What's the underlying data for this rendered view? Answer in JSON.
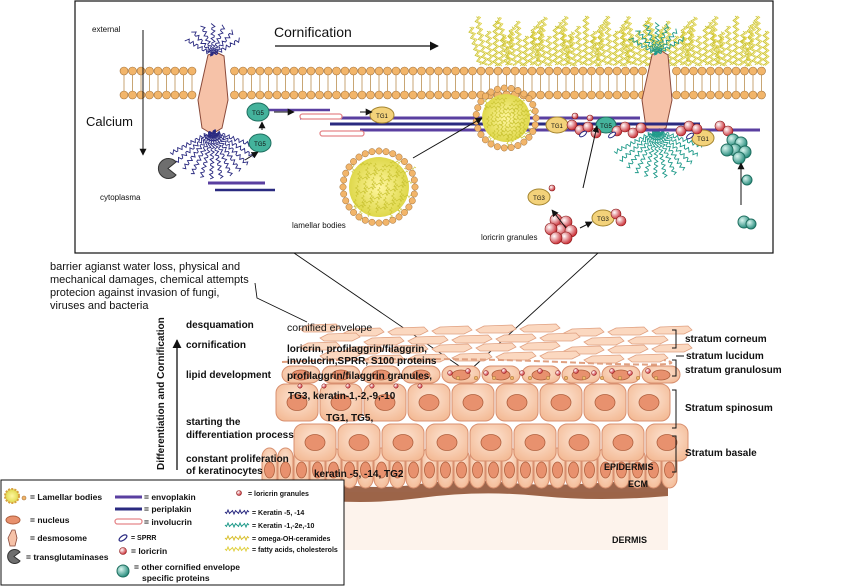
{
  "top_panel": {
    "external": "external",
    "cornification": "Cornification",
    "calcium": "Calcium",
    "cytoplasma": "cytoplasma",
    "lamellar_bodies": "lamellar bodies",
    "loricrin_granules": "loricrin granules",
    "tg5": "TG5",
    "tg1": "TG1",
    "tg3": "TG3"
  },
  "barrier_note": [
    "barrier agianst water loss, physical and",
    "mechanical damages, chemical attempts",
    "protecion against invasion of fungi,",
    "viruses and bacteria"
  ],
  "process": {
    "axis_label": "Differentiation and Cornification",
    "stages": [
      "desquamation",
      "cornification",
      "lipid development",
      "starting the",
      "differentiation process",
      "constant proliferation",
      "of keratinocytes"
    ]
  },
  "tissue_labels": {
    "cornified_envelope": "cornified envelope",
    "cornification_proteins_1": "loricrin, profilaggrin/filaggrin,",
    "cornification_proteins_2": "involucrin,SPRR, S100 proteins",
    "granules": "profilaggrin/filaggrin granules,",
    "tg3_keratin": "TG3, keratin-1,-2,-9,-10",
    "tg1_tg5": "TG1, TG5,",
    "basal": "keratin -5, -14, TG2",
    "epidermis": "EPIDERMIS",
    "ecm": "ECM",
    "dermis": "DERMIS"
  },
  "strata": [
    "stratum corneum",
    "stratum lucidum",
    "stratum granulosum",
    "Stratum spinosum",
    "Stratum basale"
  ],
  "legend": {
    "lamellar_bodies": "= Lamellar bodies",
    "nucleus": "= nucleus",
    "desmosome": "= desmosome",
    "transglutaminases": "= transglutaminases",
    "envoplakin": "= envoplakin",
    "periplakin": "= periplakin",
    "involucrin": "= involucrin",
    "sprr": "= SPRR",
    "loricrin": "= loricrin",
    "loricrin_granules": "= loricrin granules",
    "keratin_5_14": "= Keratin -5, -14",
    "keratin_1_2e_10": "= Keratin -1,-2e,-10",
    "omega_ceramides": "= omega-OH-ceramides",
    "fatty_acids": "= fatty acids, cholesterols",
    "other_ce_1": "= other cornified envelope",
    "other_ce_2": "specific proteins"
  },
  "colors": {
    "lipid_head": "#f2b56a",
    "cell_fill": "#f9cdb0",
    "nucleus": "#e8916e",
    "envoplakin": "#5a3fa0",
    "periplakin": "#2a2a80",
    "involucrin": "#e5868a",
    "loricrin": "#c8242c",
    "teal_protein": "#2a9a8a",
    "tg_enzyme": "#f3d27a",
    "ecm": "#8b4a2b"
  }
}
